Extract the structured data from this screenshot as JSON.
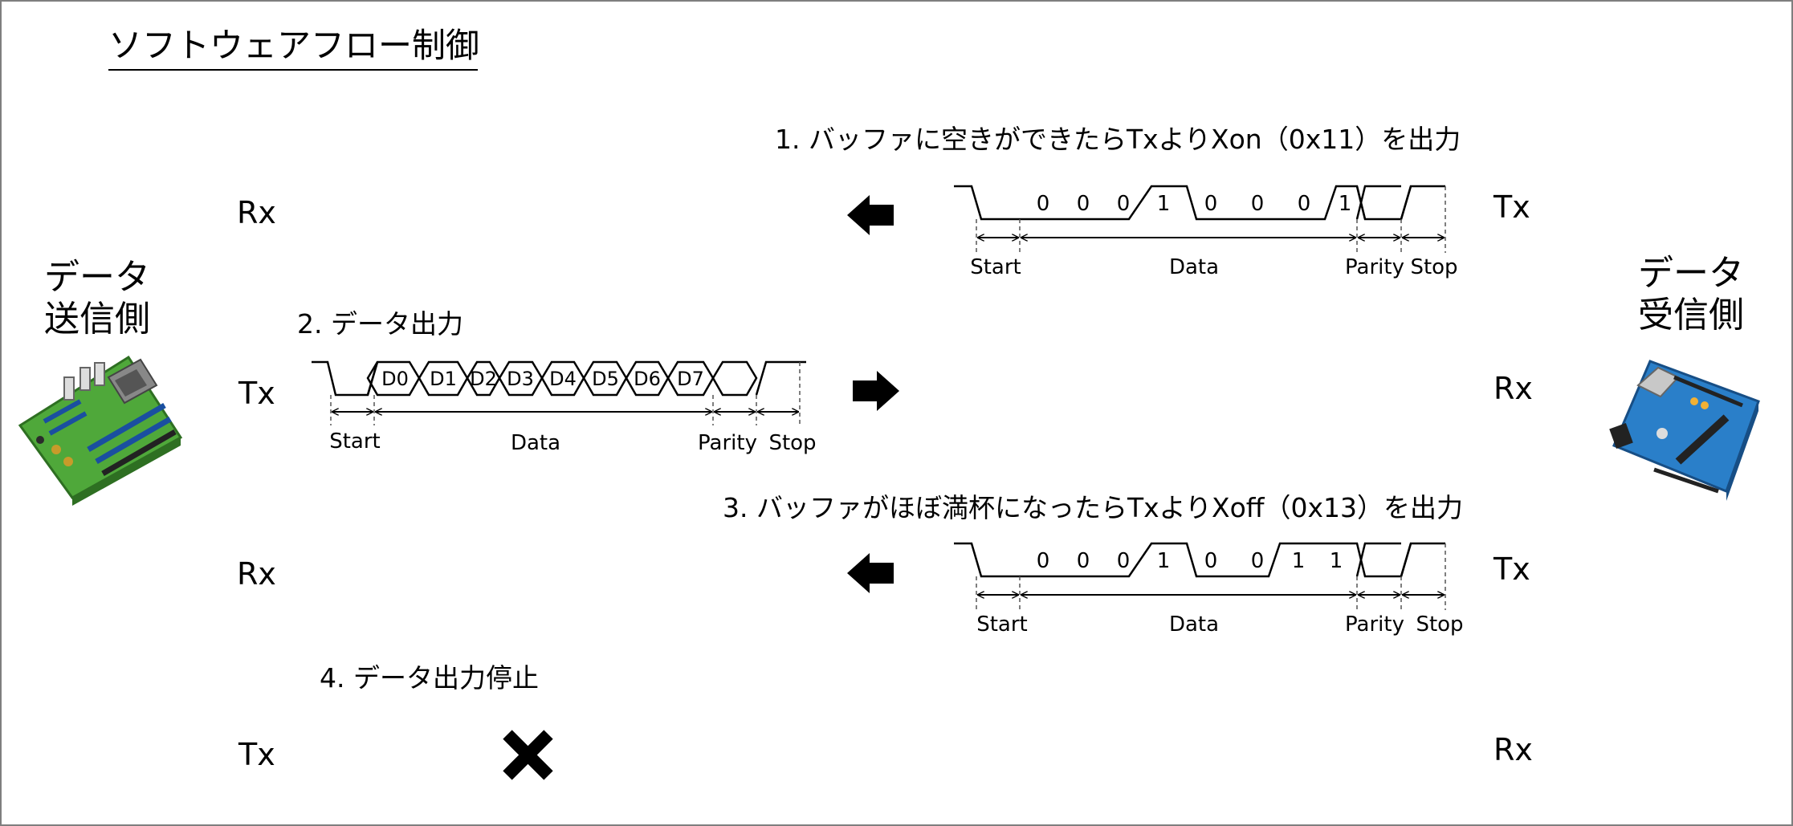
{
  "title": "ソフトウェアフロー制御",
  "sender": {
    "label_line1": "データ",
    "label_line2": "送信側",
    "image": "motherboard-illustration"
  },
  "receiver": {
    "label_line1": "データ",
    "label_line2": "受信側",
    "image": "microcontroller-board-illustration"
  },
  "pins": {
    "rx": "Rx",
    "tx": "Tx"
  },
  "steps": [
    {
      "label": "1. バッファに空きができたらTxよりXon（0x11）を出力"
    },
    {
      "label": "2. データ出力"
    },
    {
      "label": "3. バッファがほぼ満杯になったらTxよりXoff（0x13）を出力"
    },
    {
      "label": "4. データ出力停止"
    }
  ],
  "frame_labels": {
    "start": "Start",
    "data": "Data",
    "parity": "Parity",
    "stop": "Stop"
  },
  "xon_bits": [
    "0",
    "0",
    "0",
    "1",
    "0",
    "0",
    "0",
    "1"
  ],
  "data_bits": [
    "D0",
    "D1",
    "D2",
    "D3",
    "D4",
    "D5",
    "D6",
    "D7"
  ],
  "xoff_bits": [
    "0",
    "0",
    "0",
    "1",
    "0",
    "0",
    "1",
    "1"
  ],
  "icons": {
    "arrow_left": "left-arrow-icon",
    "arrow_right": "right-arrow-icon",
    "stop": "cross-icon"
  },
  "colors": {
    "text": "#000000",
    "border": "#7f7f7f",
    "board_green": "#4fa83a",
    "board_blue": "#2a7fc9"
  }
}
